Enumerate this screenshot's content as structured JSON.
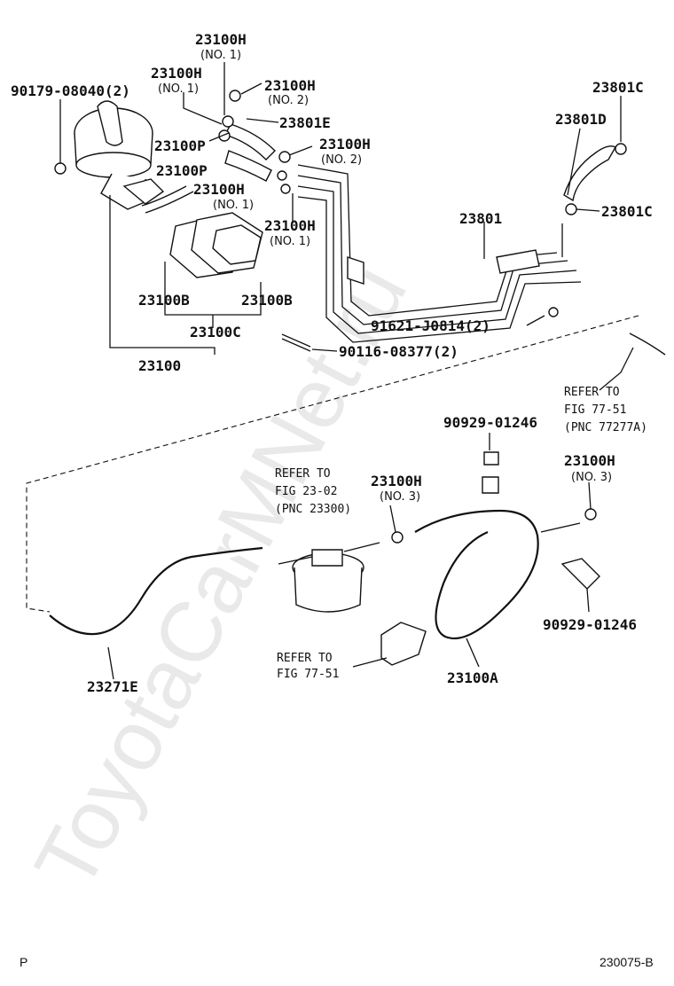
{
  "watermark": "ToyotaCarMNet.ru",
  "page_code": "230075-B",
  "page_mark": "P",
  "labels": {
    "l_23100H_top": "23100H",
    "l_no1_top": "(NO. 1)",
    "l_23100H_left": "23100H",
    "l_no1_left": "(NO. 1)",
    "l_23100H_mid": "23100H",
    "l_no2_mid": "(NO. 2)",
    "l_90179": "90179-08040(2)",
    "l_23801E": "23801E",
    "l_23100P_a": "23100P",
    "l_23100H_r": "23100H",
    "l_no2_r": "(NO. 2)",
    "l_23100P_b": "23100P",
    "l_23100H_b": "23100H",
    "l_no1_b": "(NO. 1)",
    "l_23100H_c": "23100H",
    "l_no1_c": "(NO. 1)",
    "l_23801C_top": "23801C",
    "l_23801D": "23801D",
    "l_23801C_mid": "23801C",
    "l_23801": "23801",
    "l_23100B_l": "23100B",
    "l_23100B_r": "23100B",
    "l_23100C": "23100C",
    "l_91621": "91621-J0814(2)",
    "l_90116": "90116-08377(2)",
    "l_23100": "23100",
    "l_refer_77_51_a": "REFER TO",
    "l_fig_77_51_a": "FIG 77-51",
    "l_pnc_77277A": "(PNC 77277A)",
    "l_90929_top": "90929-01246",
    "l_refer_23_02": "REFER TO",
    "l_fig_23_02": "FIG 23-02",
    "l_pnc_23300": "(PNC 23300)",
    "l_23100H_no3_l": "23100H",
    "l_no3_l": "(NO. 3)",
    "l_23100H_no3_r": "23100H",
    "l_no3_r": "(NO. 3)",
    "l_90929_bot": "90929-01246",
    "l_refer_77_51_b": "REFER TO",
    "l_fig_77_51_b": "FIG 77-51",
    "l_23100A": "23100A",
    "l_23271E": "23271E"
  }
}
